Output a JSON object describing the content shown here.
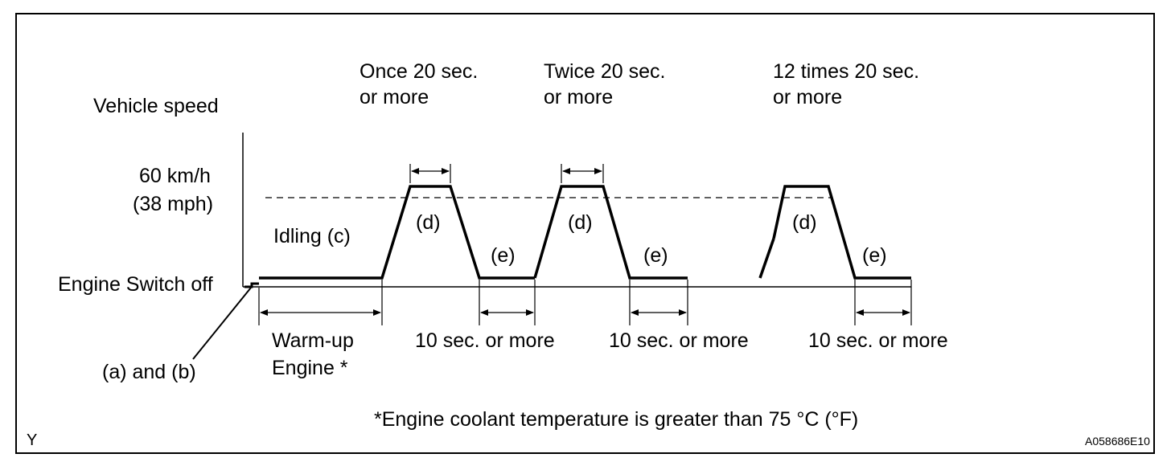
{
  "labels": {
    "vehicle_speed": "Vehicle speed",
    "speed_kmh": "60 km/h",
    "speed_mph": "(38 mph)",
    "engine_switch_off": "Engine Switch off",
    "idling": "Idling (c)",
    "a_and_b": "(a) and (b)",
    "warmup_line1": "Warm-up",
    "warmup_line2": "Engine *",
    "footnote": "*Engine coolant temperature is greater than 75 °C (°F)",
    "corner_left": "Y",
    "figure_code": "A058686E10"
  },
  "cycles": [
    {
      "top_line1": "Once 20 sec.",
      "top_line2": "or more",
      "d_label": "(d)",
      "e_label": "(e)",
      "bottom": "10 sec. or more"
    },
    {
      "top_line1": "Twice 20 sec.",
      "top_line2": "or more",
      "d_label": "(d)",
      "e_label": "(e)",
      "bottom": "10 sec. or more"
    },
    {
      "top_line1": "12 times 20 sec.",
      "top_line2": "or more",
      "d_label": "(d)",
      "e_label": "(e)",
      "bottom": "10 sec. or more"
    }
  ]
}
